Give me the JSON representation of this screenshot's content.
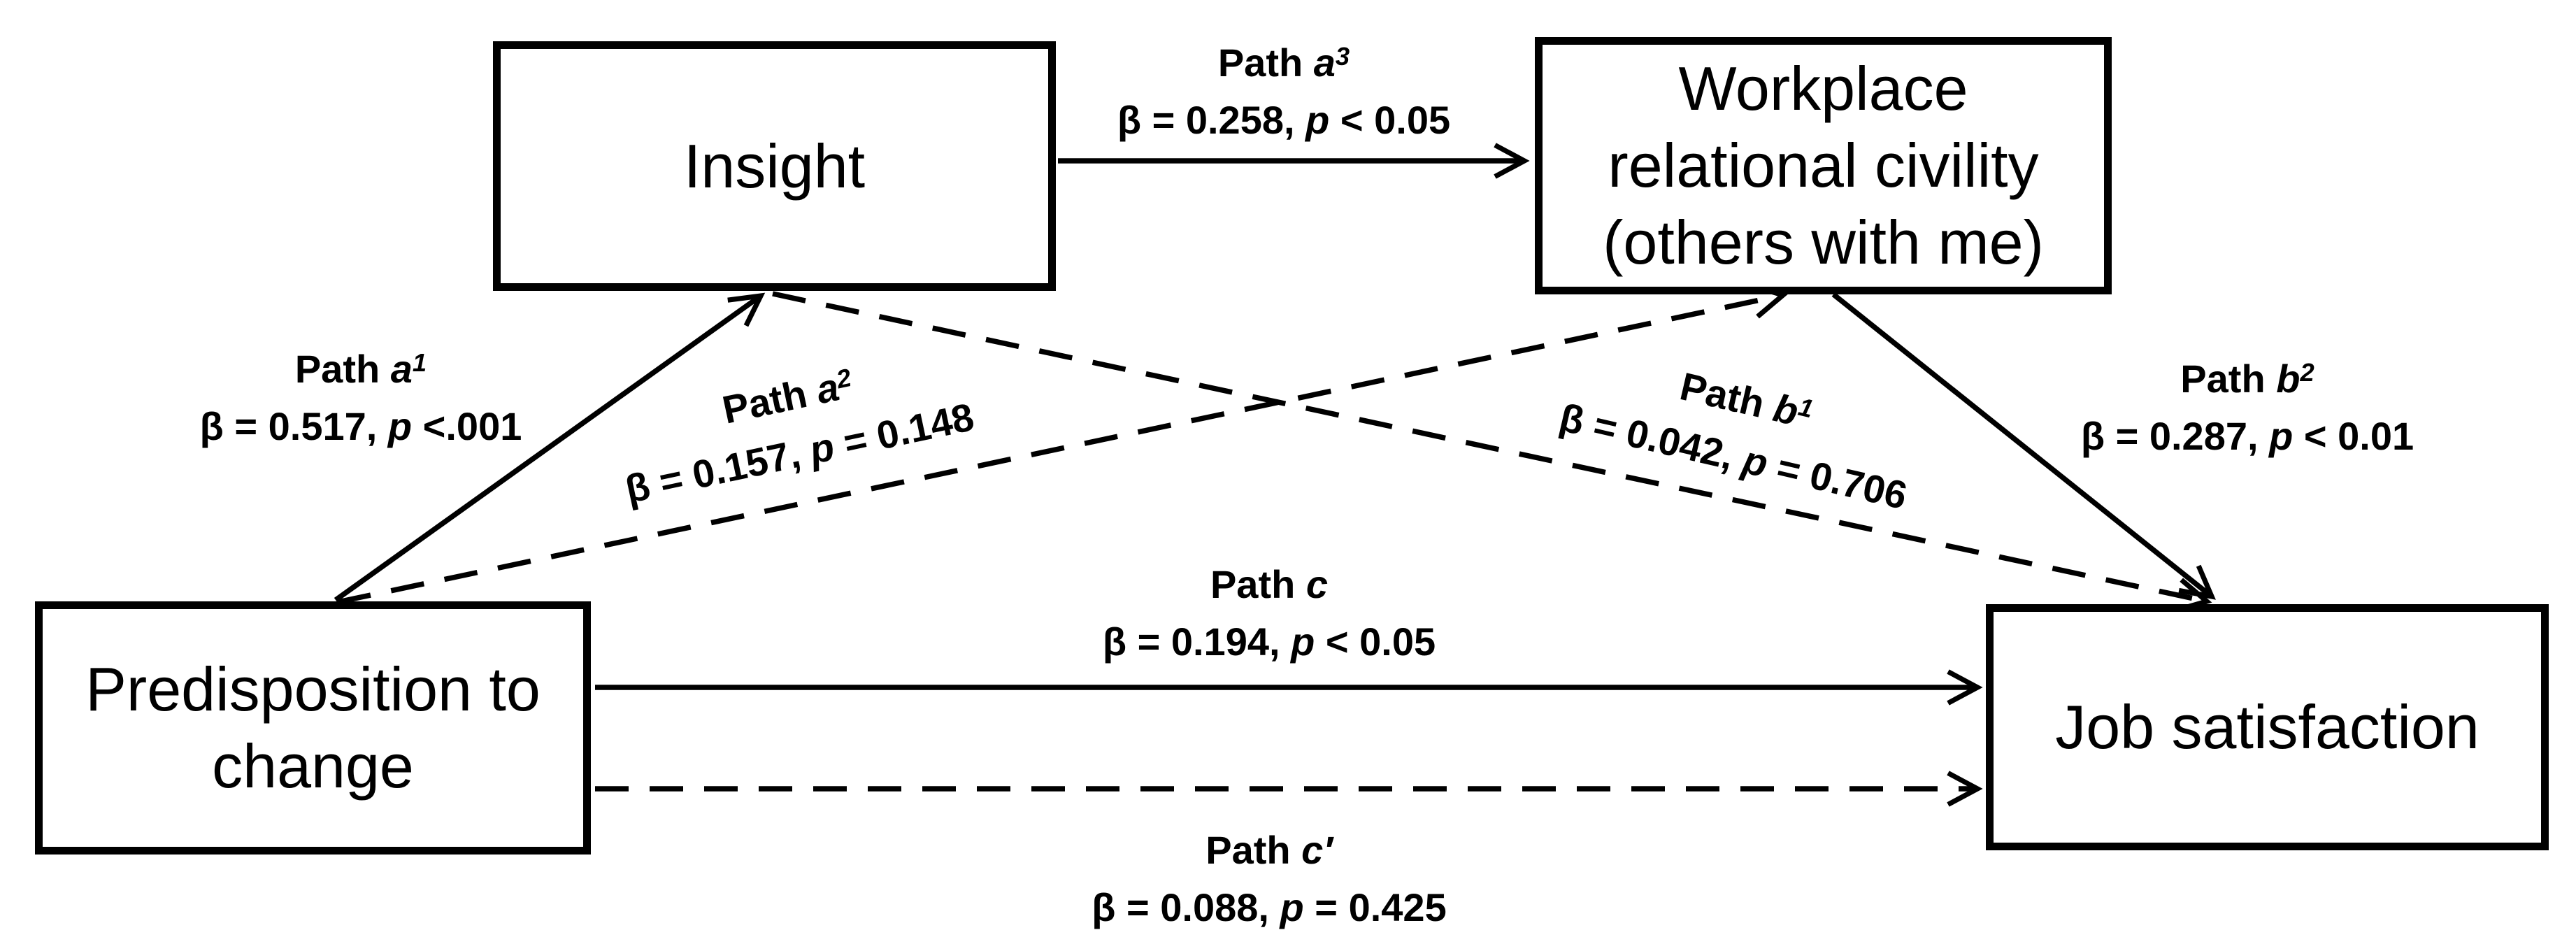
{
  "diagram": {
    "title": "Mediation path model",
    "background_color": "#ffffff",
    "line_color": "#000000",
    "nodes": [
      {
        "id": "insight",
        "lines": [
          "Insight"
        ]
      },
      {
        "id": "workplace-relational-civility",
        "lines": [
          "Workplace",
          "relational civility",
          "(others with me)"
        ]
      },
      {
        "id": "predisposition-to-change",
        "lines": [
          "Predisposition to",
          "change"
        ]
      },
      {
        "id": "job-satisfaction",
        "lines": [
          "Job satisfaction"
        ]
      }
    ],
    "paths": [
      {
        "id": "a1",
        "name": "Path ",
        "symbol": "a",
        "sup": "1",
        "beta": "β = 0.517, ",
        "p_label": "p",
        "p_rest": " <.001",
        "style": "solid",
        "from": "Predisposition to change",
        "to": "Insight"
      },
      {
        "id": "a2",
        "name": "Path ",
        "symbol": "a",
        "sup": "2",
        "beta": "β = 0.157, ",
        "p_label": "p",
        "p_rest": " = 0.148",
        "style": "dashed",
        "from": "Predisposition to change",
        "to": "Workplace relational civility (others with me)"
      },
      {
        "id": "a3",
        "name": "Path ",
        "symbol": "a",
        "sup": "3",
        "beta": "β = 0.258, ",
        "p_label": "p",
        "p_rest": " < 0.05",
        "style": "solid",
        "from": "Insight",
        "to": "Workplace relational civility (others with me)"
      },
      {
        "id": "b1",
        "name": "Path ",
        "symbol": "b",
        "sup": "1",
        "beta": "β = 0.042, ",
        "p_label": "p",
        "p_rest": " = 0.706",
        "style": "dashed",
        "from": "Insight",
        "to": "Job satisfaction"
      },
      {
        "id": "b2",
        "name": "Path ",
        "symbol": "b",
        "sup": "2",
        "beta": "β = 0.287, ",
        "p_label": "p",
        "p_rest": " < 0.01",
        "style": "solid",
        "from": "Workplace relational civility (others with me)",
        "to": "Job satisfaction"
      },
      {
        "id": "c",
        "name": "Path ",
        "symbol": "c",
        "sup": "",
        "beta": "β = 0.194, ",
        "p_label": "p",
        "p_rest": " < 0.05",
        "style": "solid",
        "from": "Predisposition to change",
        "to": "Job satisfaction"
      },
      {
        "id": "c-prime",
        "name": "Path ",
        "symbol": "c′",
        "sup": "",
        "beta": "β = 0.088, ",
        "p_label": "p",
        "p_rest": " = 0.425",
        "style": "dashed",
        "from": "Predisposition to change",
        "to": "Job satisfaction"
      }
    ],
    "dash_pattern": "48 30"
  }
}
